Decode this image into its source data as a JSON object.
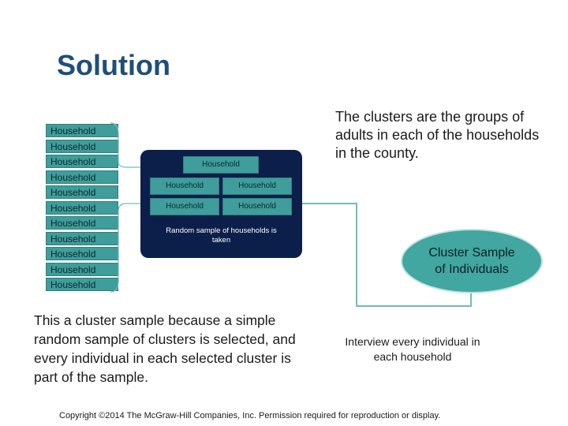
{
  "title": "Solution",
  "household_label": "Household",
  "household_list": [
    "Household",
    "Household",
    "Household",
    "Household",
    "Household",
    "Household",
    "Household",
    "Household",
    "Household",
    "Household",
    "Household"
  ],
  "center_panel": {
    "top_box": "Household",
    "grid": [
      "Household",
      "Household",
      "Household",
      "Household"
    ],
    "caption": "Random sample of households is taken"
  },
  "clusters_text": "The clusters are the groups of adults in each of the households in the county.",
  "cluster_oval": "Cluster Sample of Individuals",
  "explanation": "This a cluster sample because a simple random sample of clusters is selected, and every individual in each selected cluster is part of the sample.",
  "interview_text": "Interview every individual in each household",
  "copyright": "Copyright ©2014 The McGraw-Hill Companies, Inc.  Permission required for reproduction or display.",
  "colors": {
    "title": "#1f4e79",
    "teal": "#3f9d9b",
    "navy_panel": "#0b1f4a",
    "connector": "#42a6a1"
  }
}
